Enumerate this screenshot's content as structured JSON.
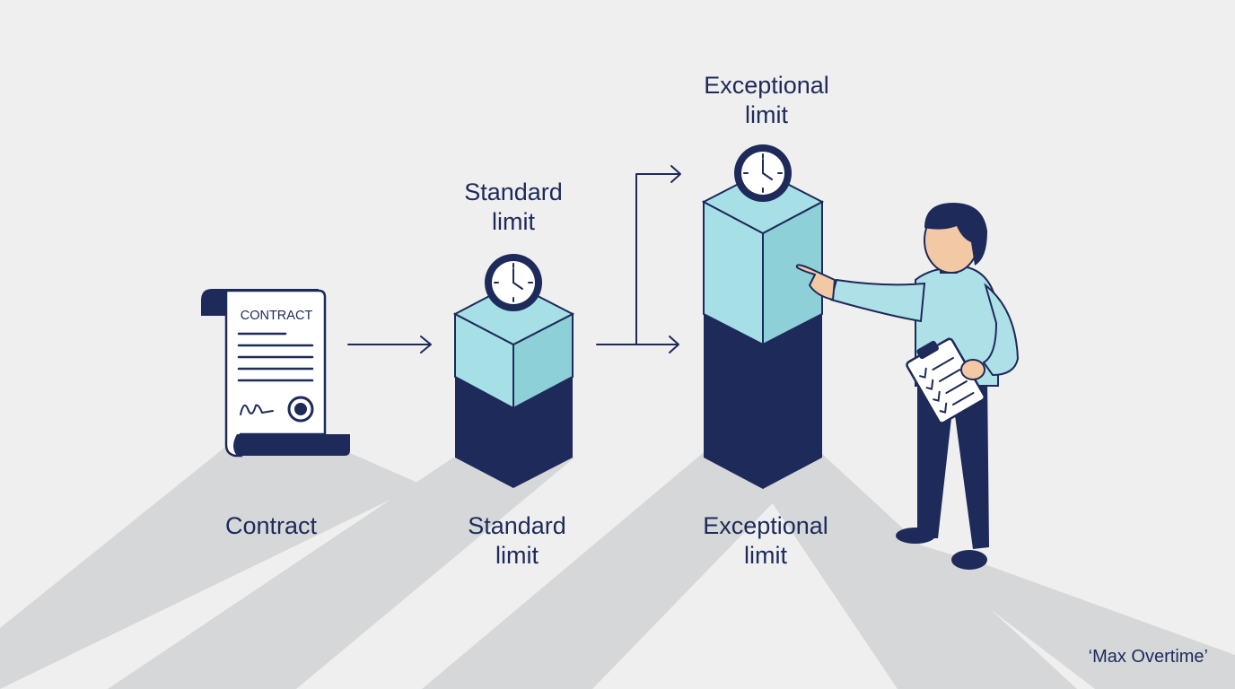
{
  "diagram": {
    "document": {
      "heading": "CONTRACT"
    },
    "steps": [
      {
        "caption": "Contract"
      },
      {
        "caption": "Standard\nlimit",
        "top_label": "Standard\nlimit"
      },
      {
        "caption": "Exceptional\nlimit",
        "top_label": "Exceptional\nlimit"
      }
    ],
    "credit": "‘Max Overtime’"
  },
  "colors": {
    "background": "#efefef",
    "shadow": "#d6d7d9",
    "navy": "#1d2a5a",
    "light_teal": "#a6e0e6",
    "teal_side": "#8dd0d8",
    "paper": "#ffffff",
    "shirt": "#aee0e8",
    "skin": "#f2c9a4"
  }
}
